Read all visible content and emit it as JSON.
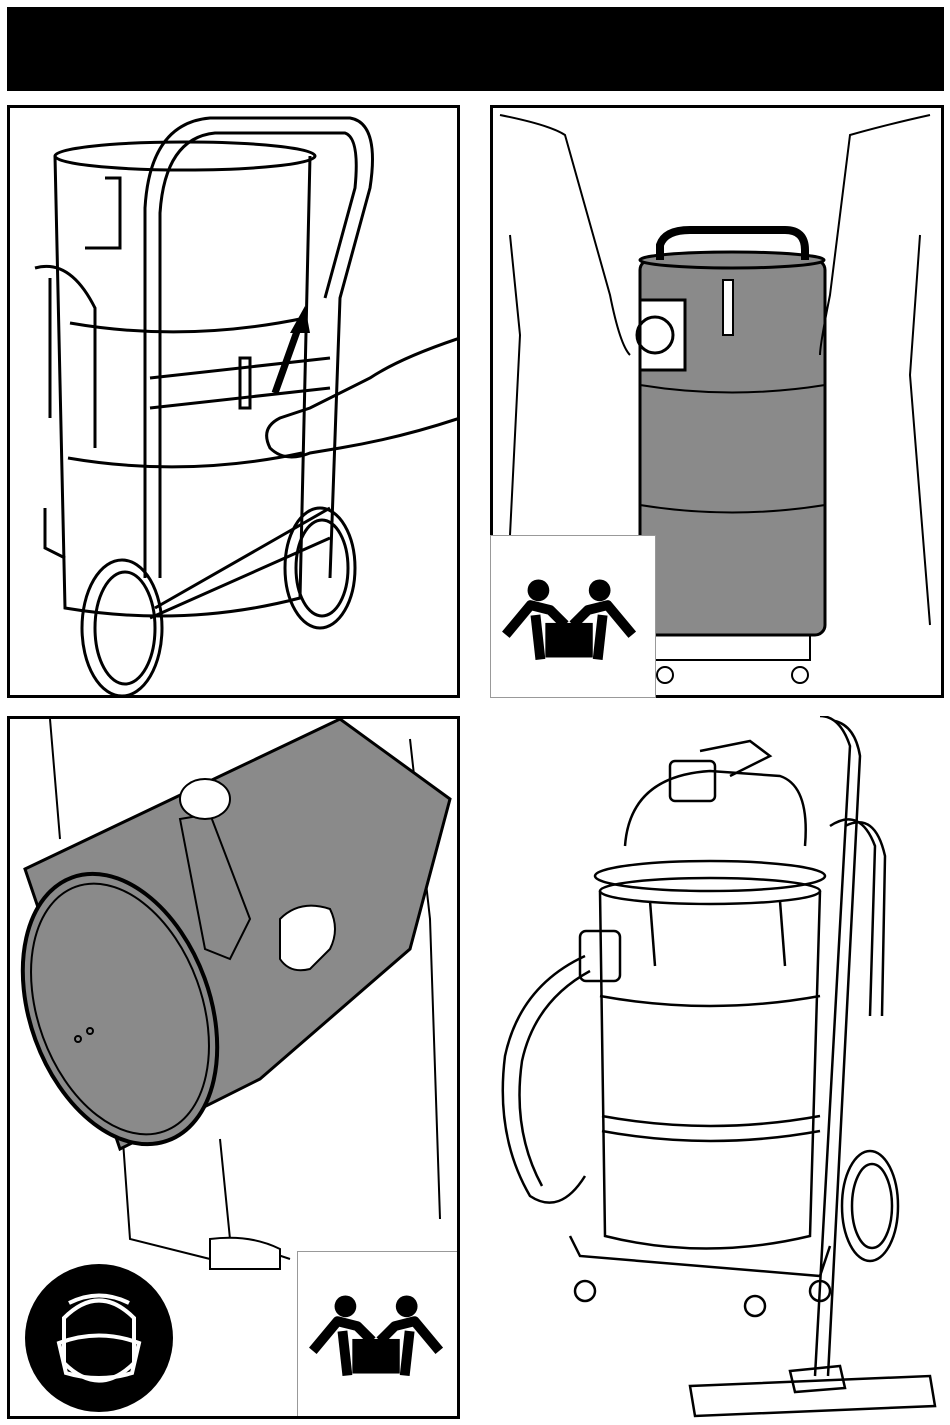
{
  "header": {
    "title": ""
  },
  "panels": [
    {
      "id": "remove-drum",
      "label": ""
    },
    {
      "id": "two-person-carry",
      "label": ""
    },
    {
      "id": "empty-drum-tilt",
      "label": ""
    },
    {
      "id": "assembled-vacuum",
      "label": ""
    }
  ],
  "icons": [
    "two-person-lift-icon",
    "dust-mask-icon",
    "lift-arrow-icon"
  ],
  "colors": {
    "drum_fill": "#8a8a8a",
    "line": "#000000",
    "background": "#ffffff"
  }
}
